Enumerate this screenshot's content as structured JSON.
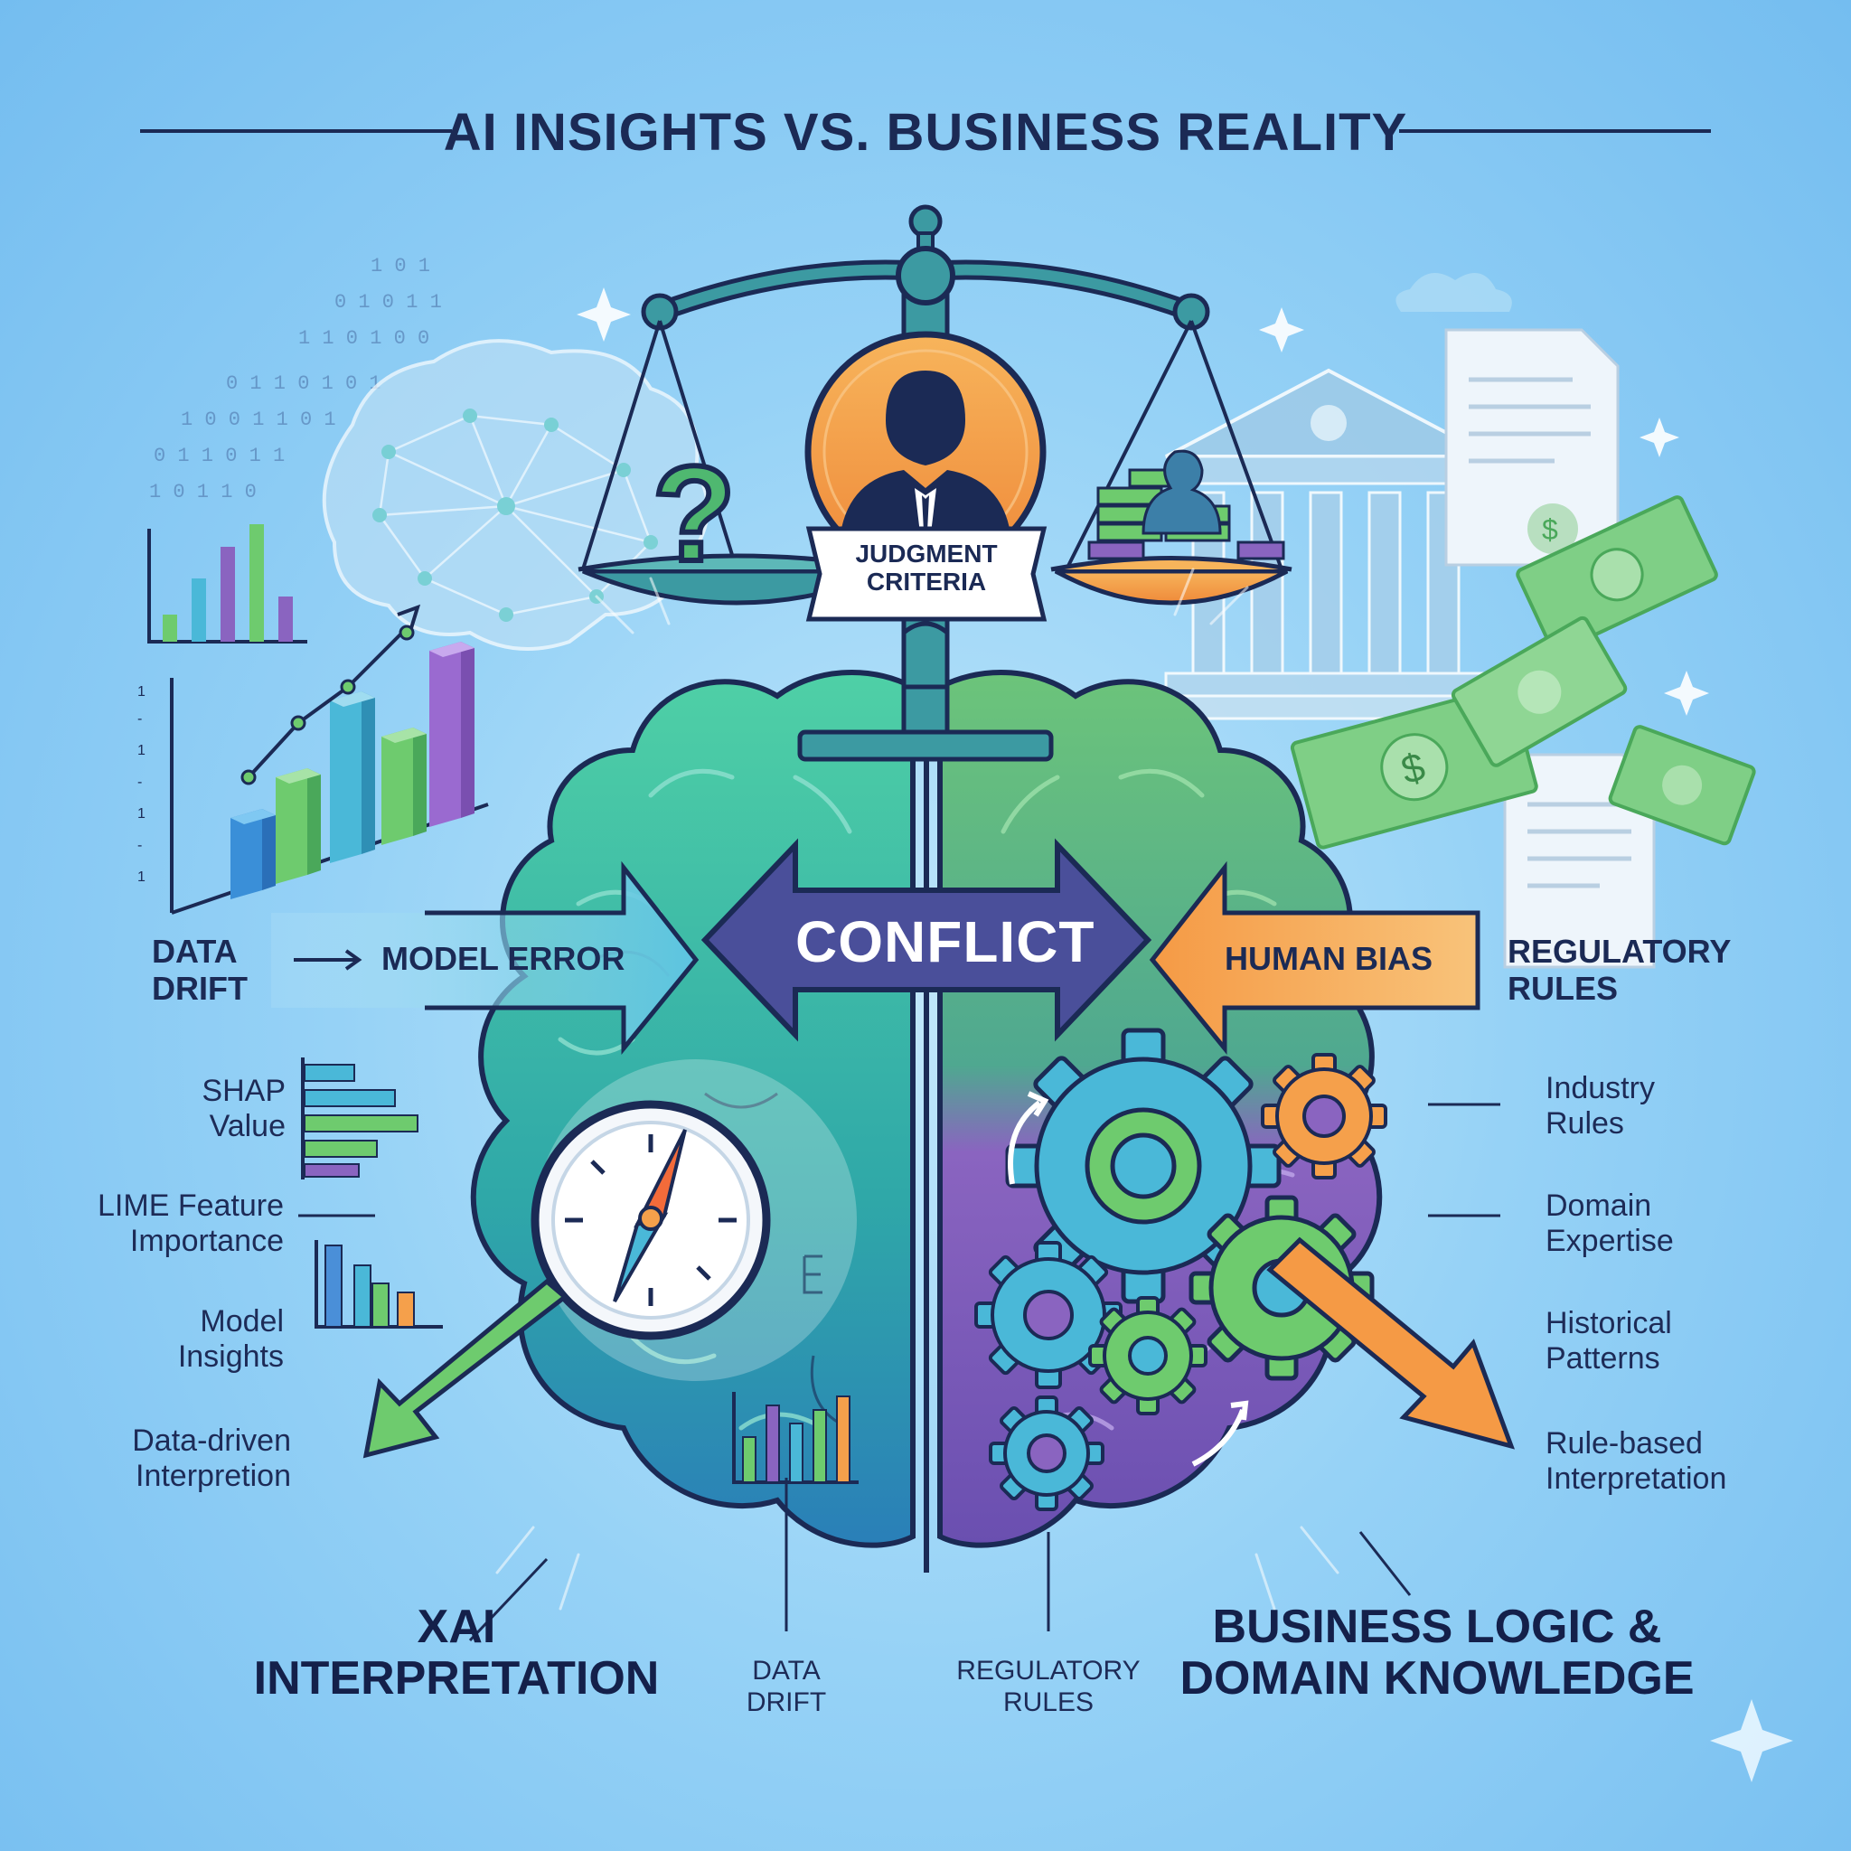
{
  "title": "AI INSIGHTS VS. BUSINESS REALITY",
  "scale": {
    "label_line1": "JUDGMENT",
    "label_line2": "CRITERIA"
  },
  "center": {
    "conflict": "CONFLICT"
  },
  "arrows": {
    "left": "MODEL ERROR",
    "right": "HUMAN BIAS"
  },
  "left_side": {
    "top_label_line1": "DATA",
    "top_label_line2": "DRIFT",
    "items": [
      [
        "SHAP",
        "Value"
      ],
      [
        "LIME Feature",
        "Importance"
      ],
      [
        "Model",
        "Insights"
      ],
      [
        "Data-driven",
        "Interpretion"
      ]
    ],
    "heading_line1": "XAI",
    "heading_line2": "INTERPRETATION"
  },
  "right_side": {
    "top_label_line1": "REGULATORY",
    "top_label_line2": "RULES",
    "items": [
      [
        "Industry",
        "Rules"
      ],
      [
        "Domain",
        "Expertise"
      ],
      [
        "Historical",
        "Patterns"
      ],
      [
        "Rule-based",
        "Interpretation"
      ]
    ],
    "heading_line1": "BUSINESS LOGIC &",
    "heading_line2": "DOMAIN KNOWLEDGE"
  },
  "bottom_labels": {
    "left_line1": "DATA",
    "left_line2": "DRIFT",
    "right_line1": "REGULATORY",
    "right_line2": "RULES"
  },
  "icons": {
    "question": "?",
    "dollar": "$",
    "scale": "balance-scale-icon",
    "compass": "compass-icon",
    "gears": "gears-icon",
    "neural_brain": "neural-network-icon",
    "bank": "bank-building-icon",
    "money": "money-bills-icon",
    "document": "document-icon",
    "person": "businessman-icon",
    "bar_chart": "bar-chart-icon"
  },
  "colors": {
    "background": "#8fcdf4",
    "navy": "#1b2a55",
    "left_brain": "#3fb8a0",
    "right_brain": "#7a5bb5",
    "conflict_arrow": "#4a4f9a",
    "model_error_arrow": "#5cc4e0",
    "human_bias_arrow": "#f5a04b",
    "orange": "#f59a45",
    "green": "#6ecb6e"
  }
}
